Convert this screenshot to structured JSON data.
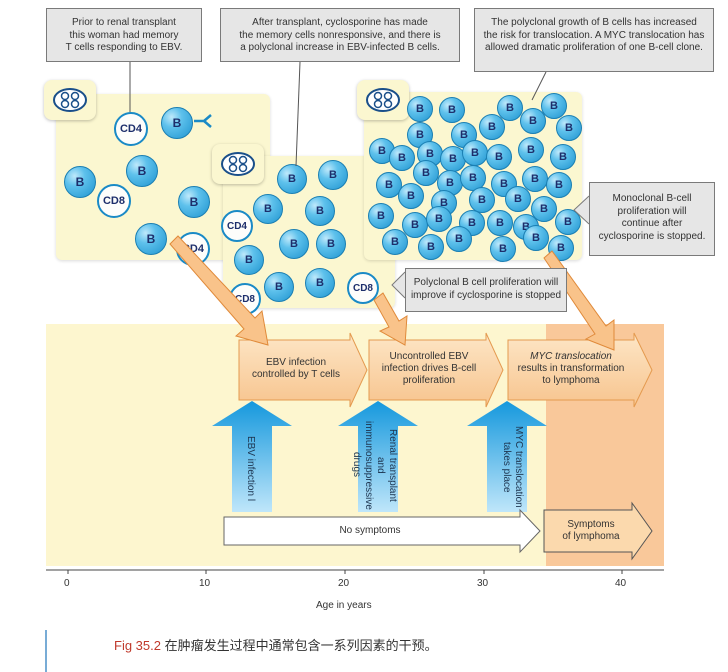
{
  "callouts": {
    "memory": [
      "Prior to renal transplant",
      "this woman had memory",
      "T cells responding to EBV."
    ],
    "cyclosporine": [
      "After transplant, cyclosporine has made",
      "the memory cells nonresponsive, and there is",
      "a polyclonal increase in EBV-infected B cells."
    ],
    "polyclonal_risk": [
      "The polyclonal growth of B cells has increased",
      "the risk for translocation. A MYC translocation has",
      "allowed dramatic proliferation of one B-cell clone."
    ],
    "polyclonal_improve": [
      "Polyclonal B cell proliferation will",
      "improve if cyclosporine is stopped"
    ],
    "monoclonal": [
      "Monoclonal B-cell",
      "proliferation will",
      "continue after",
      "cyclosporine is stopped."
    ]
  },
  "cells": {
    "b": "B",
    "cd4": "CD4",
    "cd8": "CD8"
  },
  "stages": {
    "stage1": [
      "EBV infection",
      "controlled by T cells"
    ],
    "stage2": [
      "Uncontrolled EBV",
      "infection drives B-cell",
      "proliferation"
    ],
    "stage3": [
      "MYC translocation",
      "results in transformation",
      "to lymphoma"
    ]
  },
  "events": {
    "ebv": "EBV infection l",
    "renal": "Renal transplant and immunosuppressive drugs",
    "myc": "MYC translocation takes place"
  },
  "symptoms": {
    "none": "No symptoms",
    "lymphoma": [
      "Symptoms",
      "of lymphoma"
    ]
  },
  "axis": {
    "title": "Age in years",
    "ticks": [
      "0",
      "10",
      "20",
      "30",
      "40"
    ]
  },
  "caption": {
    "label": "Fig 35.2",
    "text": "在肿瘤发生过程中通常包含一系列因素的干预。"
  },
  "colors": {
    "panel": "#fbf7d0",
    "timeline_bg": "#fdf6cf",
    "lymphoma_bg": "#f9c89a",
    "stage_arrow": "#fbd9ad",
    "event_arrow": "#39aae6",
    "caption_red": "#c0392b"
  }
}
